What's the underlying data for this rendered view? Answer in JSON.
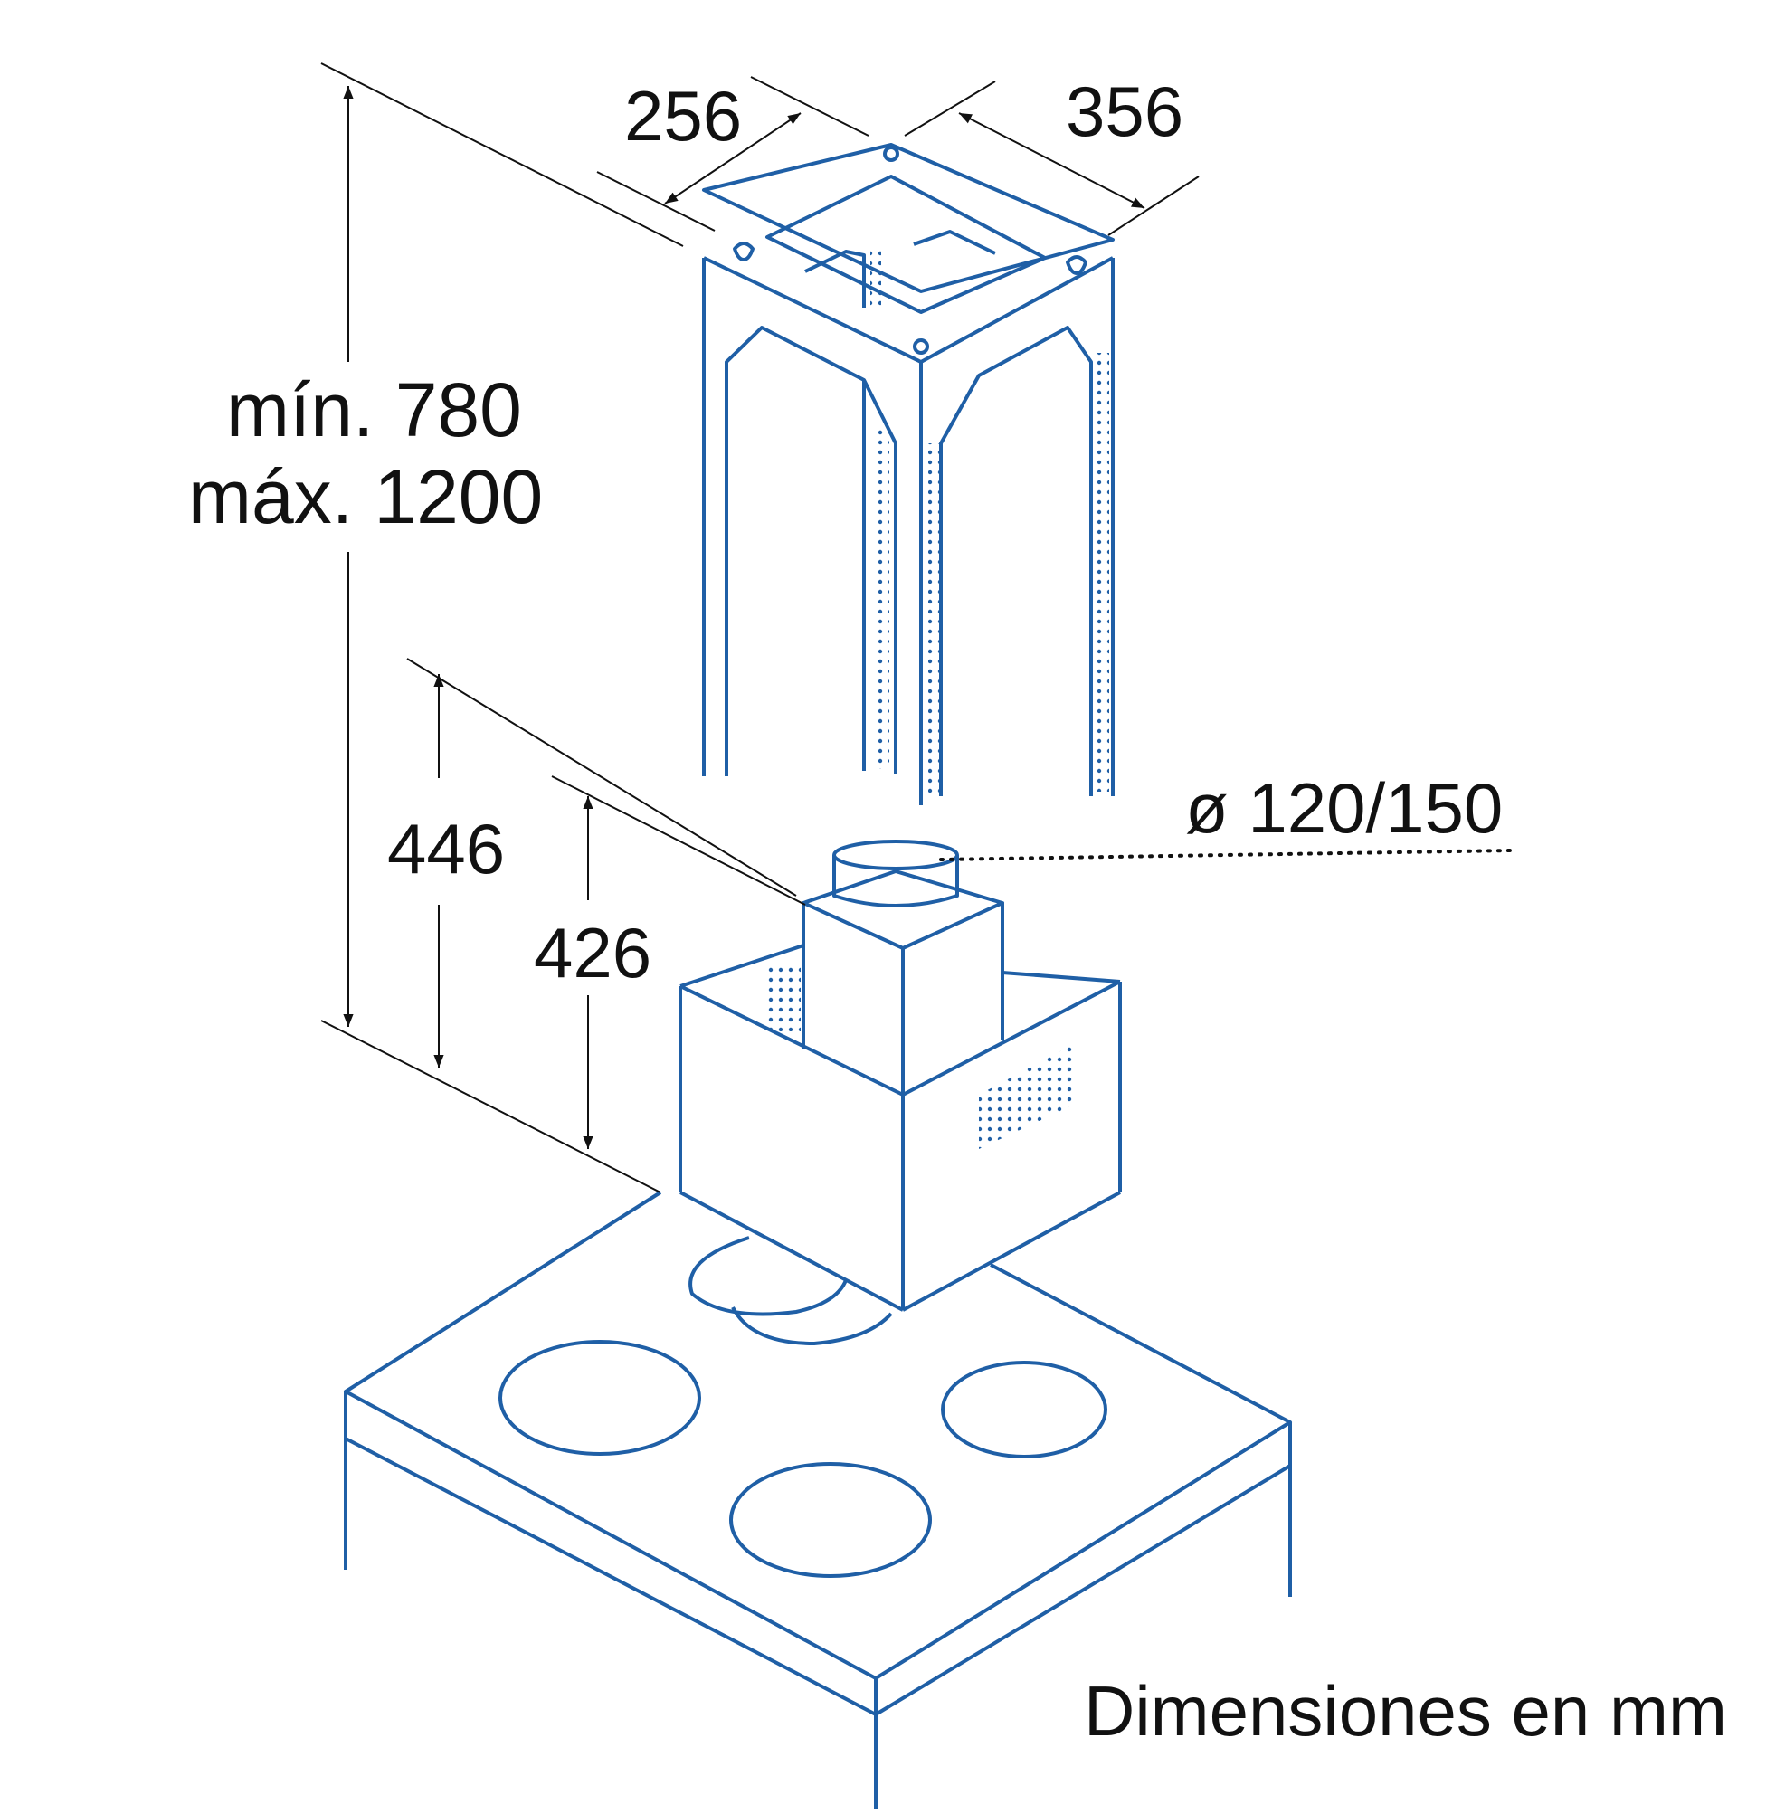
{
  "dimensions": {
    "chimney_width": "256",
    "chimney_depth": "356",
    "height_min": "mín. 780",
    "height_max": "máx. 1200",
    "hood_height": "446",
    "hood_body_height": "426",
    "duct_diameter": "ø 120/150"
  },
  "caption": "Dimensiones en mm",
  "colors": {
    "drawing_line": "#1f5fa6",
    "dimension_line": "#111111",
    "background": "#ffffff"
  }
}
